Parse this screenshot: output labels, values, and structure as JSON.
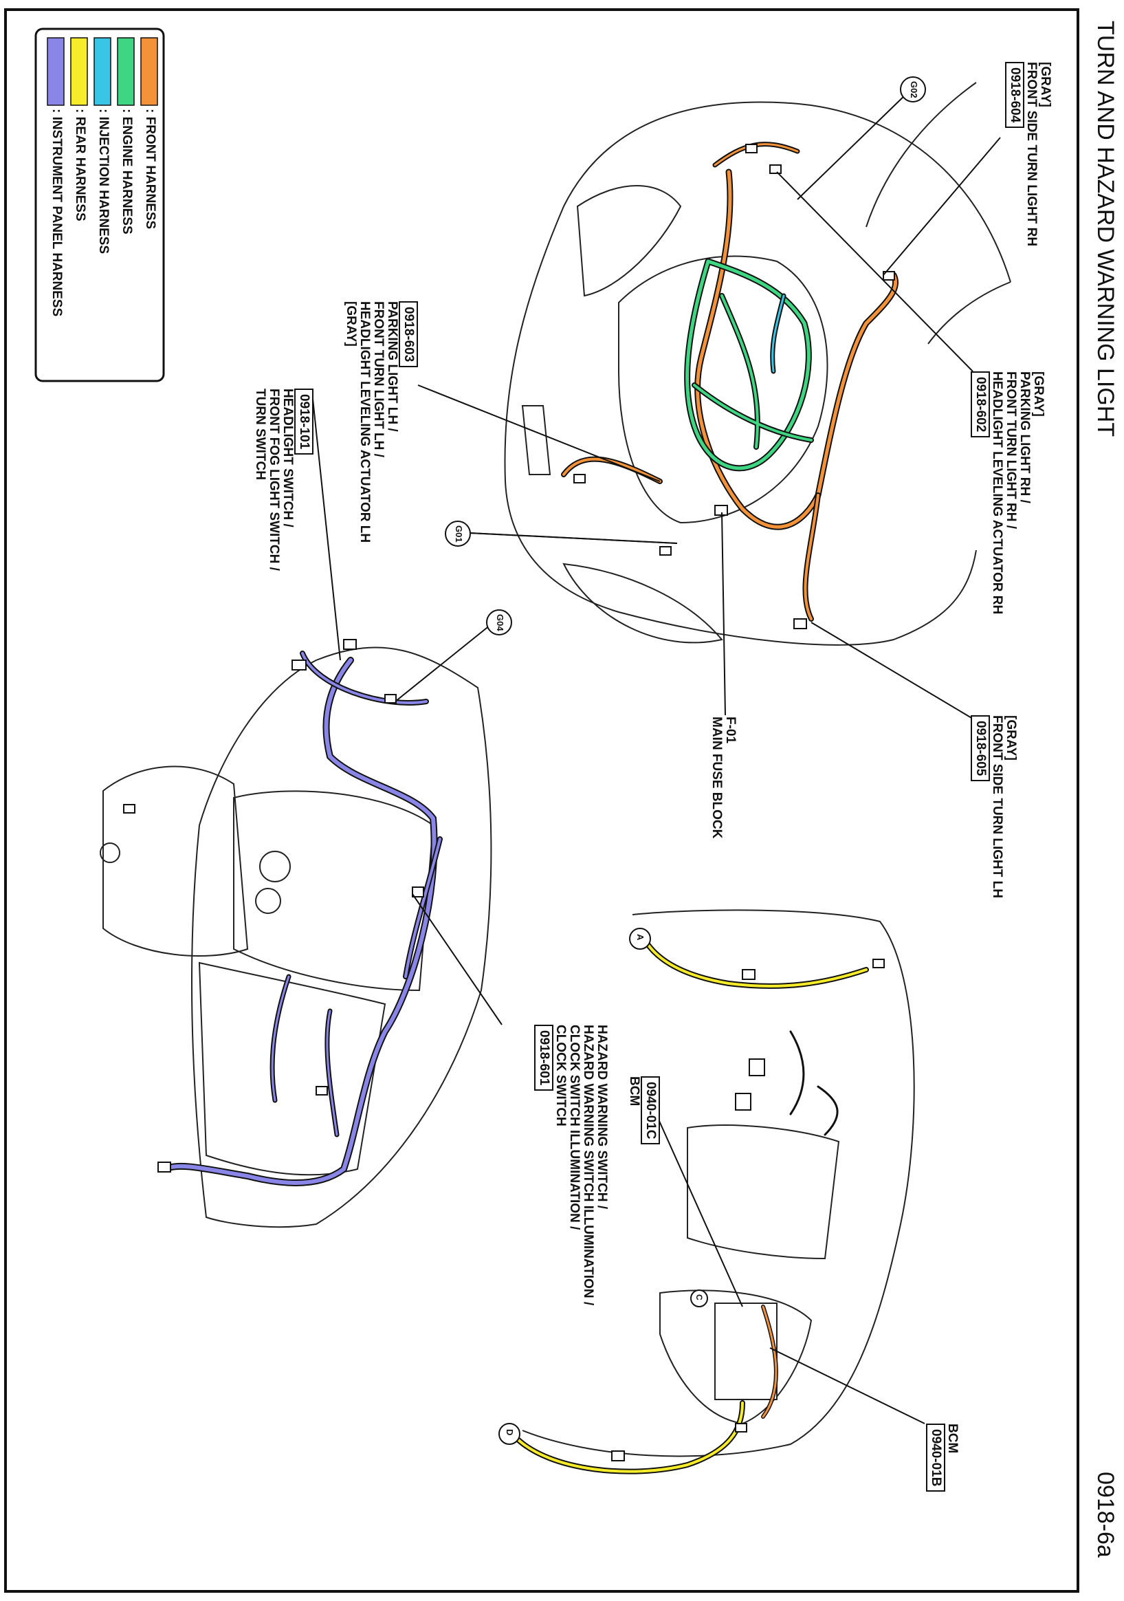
{
  "page": {
    "title": "TURN AND HAZARD WARNING LIGHT",
    "page_number": "0918-6a"
  },
  "legend": {
    "items": [
      {
        "label": ": FRONT HARNESS",
        "color": "#f4923a"
      },
      {
        "label": ": ENGINE HARNESS",
        "color": "#3fd683"
      },
      {
        "label": ": INJECTION HARNESS",
        "color": "#39c6e6"
      },
      {
        "label": ": REAR HARNESS",
        "color": "#f7ec2a"
      },
      {
        "label": ": INSTRUMENT PANEL HARNESS",
        "color": "#8a86e8"
      }
    ]
  },
  "grounds": {
    "g02": "G02",
    "g01": "G01",
    "g04": "G04",
    "a": "A",
    "c": "C",
    "d": "D"
  },
  "callouts": {
    "c604": {
      "code": "0918-604",
      "lines": [
        "[GRAY]",
        "FRONT SIDE TURN LIGHT RH"
      ]
    },
    "c602": {
      "code": "0918-602",
      "lines": [
        "[GRAY]",
        "PARKING LIGHT RH /",
        "FRONT TURN LIGHT RH /",
        "HEADLIGHT LEVELING ACTUATOR RH"
      ]
    },
    "c605": {
      "code": "0918-605",
      "lines": [
        "[GRAY]",
        "FRONT SIDE TURN LIGHT LH"
      ]
    },
    "f01": {
      "code": "F-01",
      "lines": [
        "MAIN FUSE BLOCK"
      ]
    },
    "c603": {
      "code": "0918-603",
      "lines": [
        "PARKING LIGHT LH /",
        "FRONT TURN LIGHT LH /",
        "HEADLIGHT LEVELING ACTUATOR LH",
        "[GRAY]"
      ]
    },
    "c101": {
      "code": "0918-101",
      "lines": [
        "HEADLIGHT SWITCH /",
        "FRONT FOG LIGHT SWITCH /",
        "TURN SWITCH"
      ]
    },
    "c601": {
      "code": "0918-601",
      "lines": [
        "HAZARD WARNING SWITCH /",
        "HAZARD WARNING SWITCH ILLUMINATION /",
        "CLOCK SWITCH ILLUMINATION /",
        "CLOCK SWITCH"
      ]
    },
    "c01c": {
      "code": "0940-01C",
      "lines": [
        "BCM"
      ]
    },
    "c01b": {
      "code": "0940-01B",
      "lines": [
        "BCM"
      ]
    }
  }
}
